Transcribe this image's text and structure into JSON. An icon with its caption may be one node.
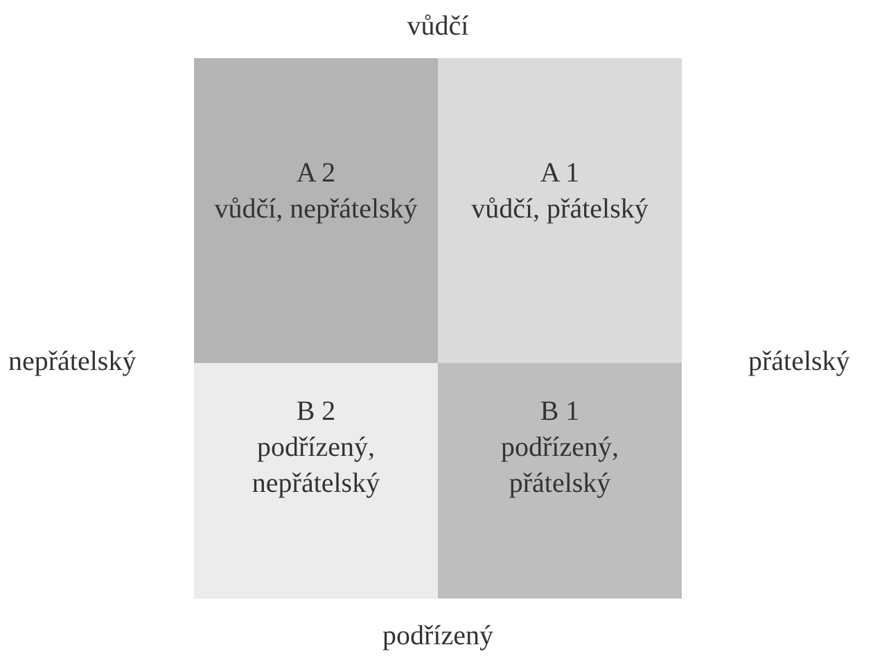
{
  "diagram": {
    "nodes": [
      {
        "text": [
          "A 2",
          "vůdčí, nepřátelský"
        ]
      },
      {
        "text": [
          "A 1",
          "vůdčí, přátelský"
        ]
      },
      {
        "text": [
          "B 2",
          "podřízený, nepřátelský"
        ]
      },
      {
        "text": [
          "B 1",
          "podřízený, přátelský"
        ]
      }
    ],
    "labels": [
      "vůdčí",
      "nepřátelský",
      "přátelský",
      "podřízený"
    ]
  }
}
